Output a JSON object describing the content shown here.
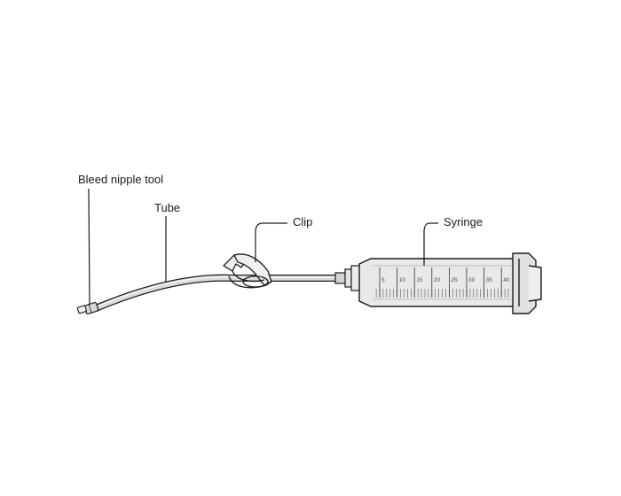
{
  "callouts": {
    "bleed_nipple_tool": "Bleed nipple tool",
    "tube": "Tube",
    "clip": "Clip",
    "syringe": "Syringe"
  },
  "syringe_scale": {
    "ticks": [
      "5",
      "10",
      "15",
      "20",
      "25",
      "30",
      "35",
      "40"
    ]
  },
  "colors": {
    "line": "#1a1a1a",
    "barrel_fill": "#e9e9e9",
    "tube_fill": "#dcdcdc"
  }
}
